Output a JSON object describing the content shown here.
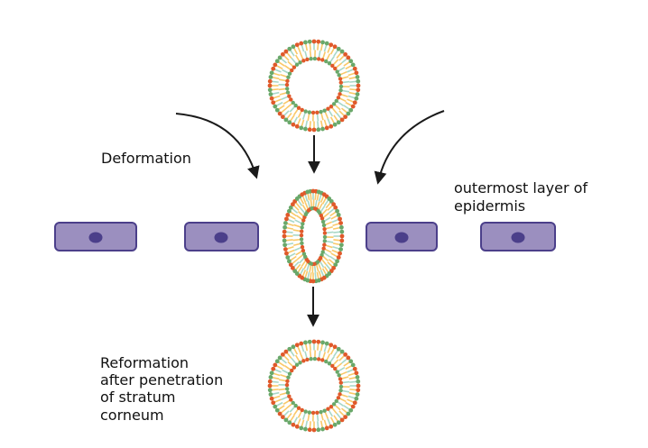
{
  "labels": {
    "deformation": "Deformation",
    "epidermis_line1": "outermost layer of",
    "epidermis_line2": "epidermis",
    "reformation_lines": [
      "Reformation",
      "after penetration",
      "of stratum",
      "corneum"
    ]
  },
  "colors": {
    "head_orange": "#e0592a",
    "head_green": "#6aa86a",
    "tail_yellow": "#f9c868",
    "tail_teal": "#a8d8c8",
    "cell_fill": "#9b8fbf",
    "cell_stroke": "#4b3f8a",
    "nucleus": "#4b3f8a",
    "arrow": "#1a1a1a"
  },
  "vesicles": [
    "intact-liposome",
    "deformed-liposome",
    "reformed-liposome"
  ],
  "cells": 4
}
